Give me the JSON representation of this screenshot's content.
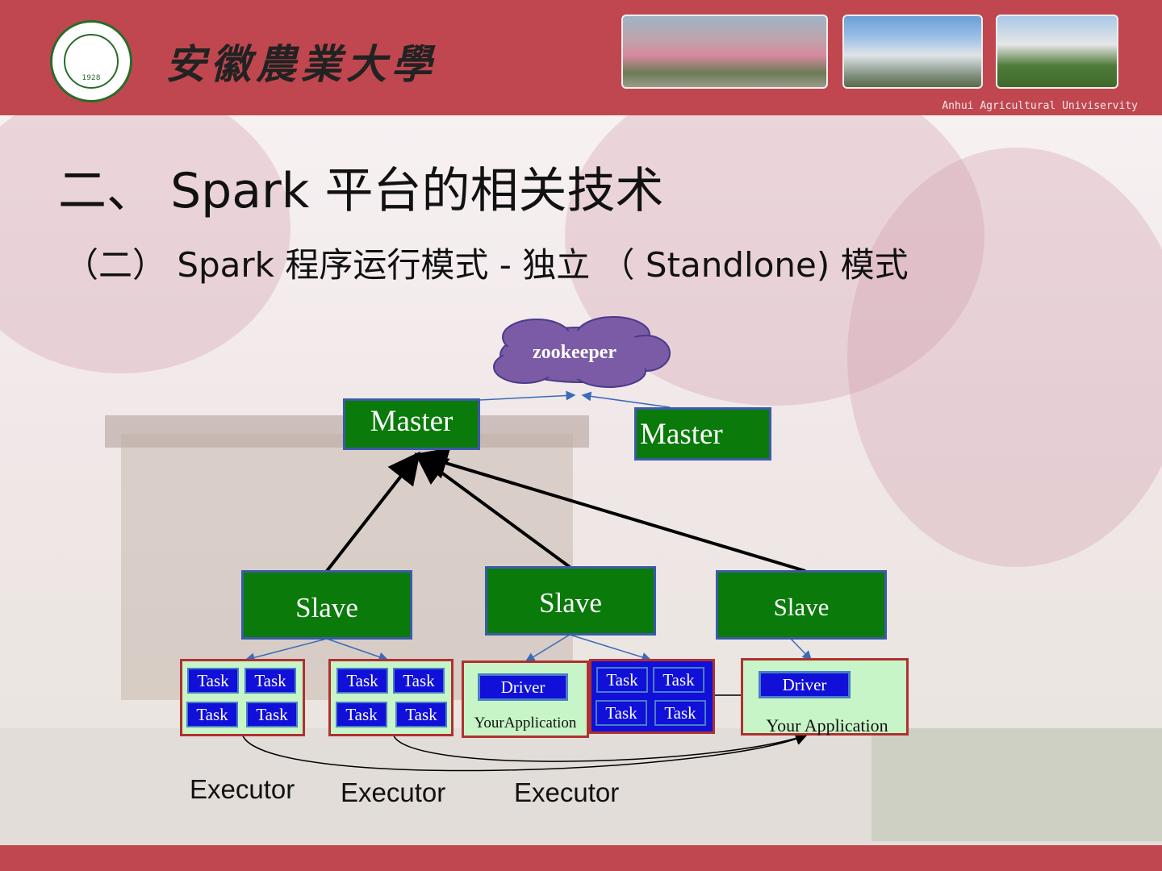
{
  "header": {
    "university_name_cn": "安徽農業大學",
    "university_name_en": "Anhui Agricultural Univiservity",
    "logo_year": "1928"
  },
  "slide": {
    "title": "二、 Spark 平台的相关技术",
    "subtitle": "（二） Spark 程序运行模式 - 独立 （ Standlone) 模式"
  },
  "diagram": {
    "zookeeper": "zookeeper",
    "master_left": "Master",
    "master_right": "Master",
    "slave_1": "Slave",
    "slave_2": "Slave",
    "slave_3": "Slave",
    "task": "Task",
    "driver_1": "Driver",
    "driver_2": "Driver",
    "app_1": "YourApplication",
    "app_2": "Your Application",
    "executor_1": "Executor",
    "executor_2": "Executor",
    "executor_3": "Executor"
  },
  "colors": {
    "header_red": "#c0474f",
    "node_green": "#0a7a0a",
    "task_blue": "#1010d8",
    "cloud_purple": "#7b5aa6",
    "executor_border": "#b03030",
    "executor_fill": "#c8f5c8"
  }
}
